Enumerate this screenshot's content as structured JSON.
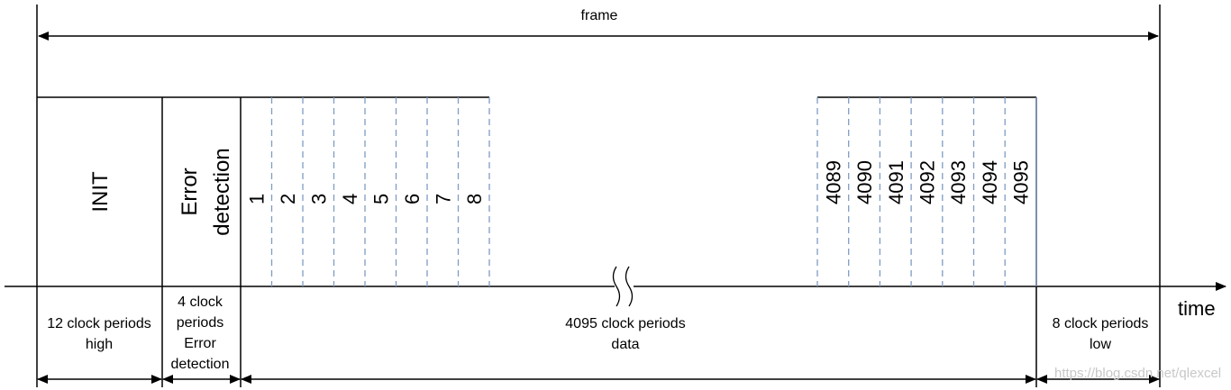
{
  "frame_label": "frame",
  "axis_label": "time",
  "segments": {
    "init": {
      "block_label": "INIT",
      "period_line1": "12 clock periods",
      "period_line2": "high"
    },
    "error": {
      "block_line1": "Error",
      "block_line2": "detection",
      "period_line1": "4 clock",
      "period_line2": "periods",
      "period_line3": "Error",
      "period_line4": "detection"
    },
    "data": {
      "period_line1": "4095 clock periods",
      "period_line2": "data",
      "first_slots": [
        "1",
        "2",
        "3",
        "4",
        "5",
        "6",
        "7",
        "8"
      ],
      "last_slots": [
        "4089",
        "4090",
        "4091",
        "4092",
        "4093",
        "4094",
        "4095"
      ]
    },
    "low": {
      "period_line1": "8 clock periods",
      "period_line2": "low"
    }
  },
  "watermark": "https://blog.csdn.net/qlexcel",
  "colors": {
    "line": "#000000",
    "slot_dash": "#7f9cc4"
  }
}
